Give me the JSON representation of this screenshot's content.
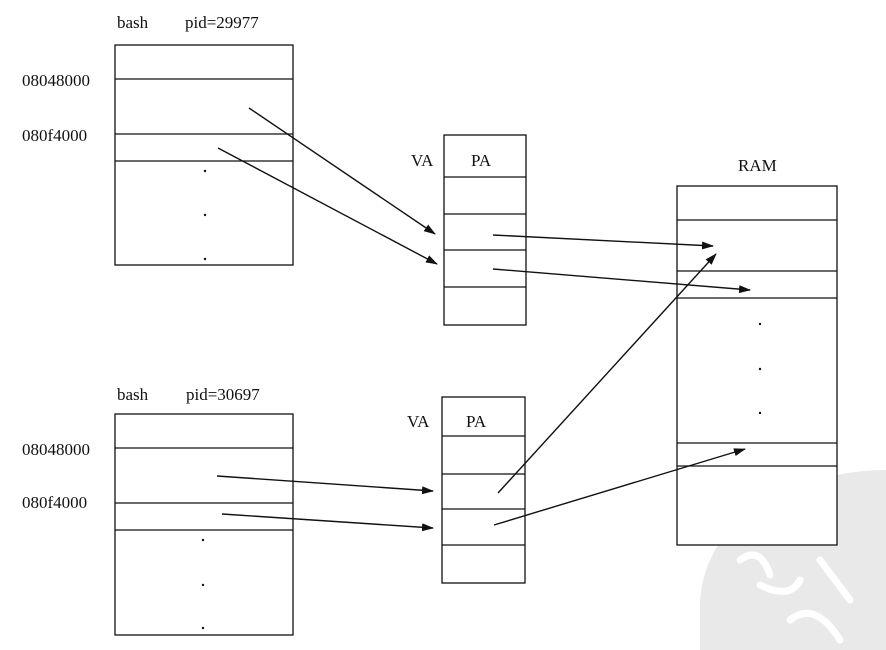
{
  "process_top": {
    "name": "bash",
    "pid": "pid=29977",
    "addr_1": "08048000",
    "addr_2": "080f4000"
  },
  "process_bottom": {
    "name": "bash",
    "pid": "pid=30697",
    "addr_1": "08048000",
    "addr_2": "080f4000"
  },
  "page_table_top": {
    "va": "VA",
    "pa": "PA"
  },
  "page_table_bottom": {
    "va": "VA",
    "pa": "PA"
  },
  "ram": {
    "label": "RAM"
  },
  "colors": {
    "ink": "#111111",
    "watermark": "#e6e6e6"
  }
}
